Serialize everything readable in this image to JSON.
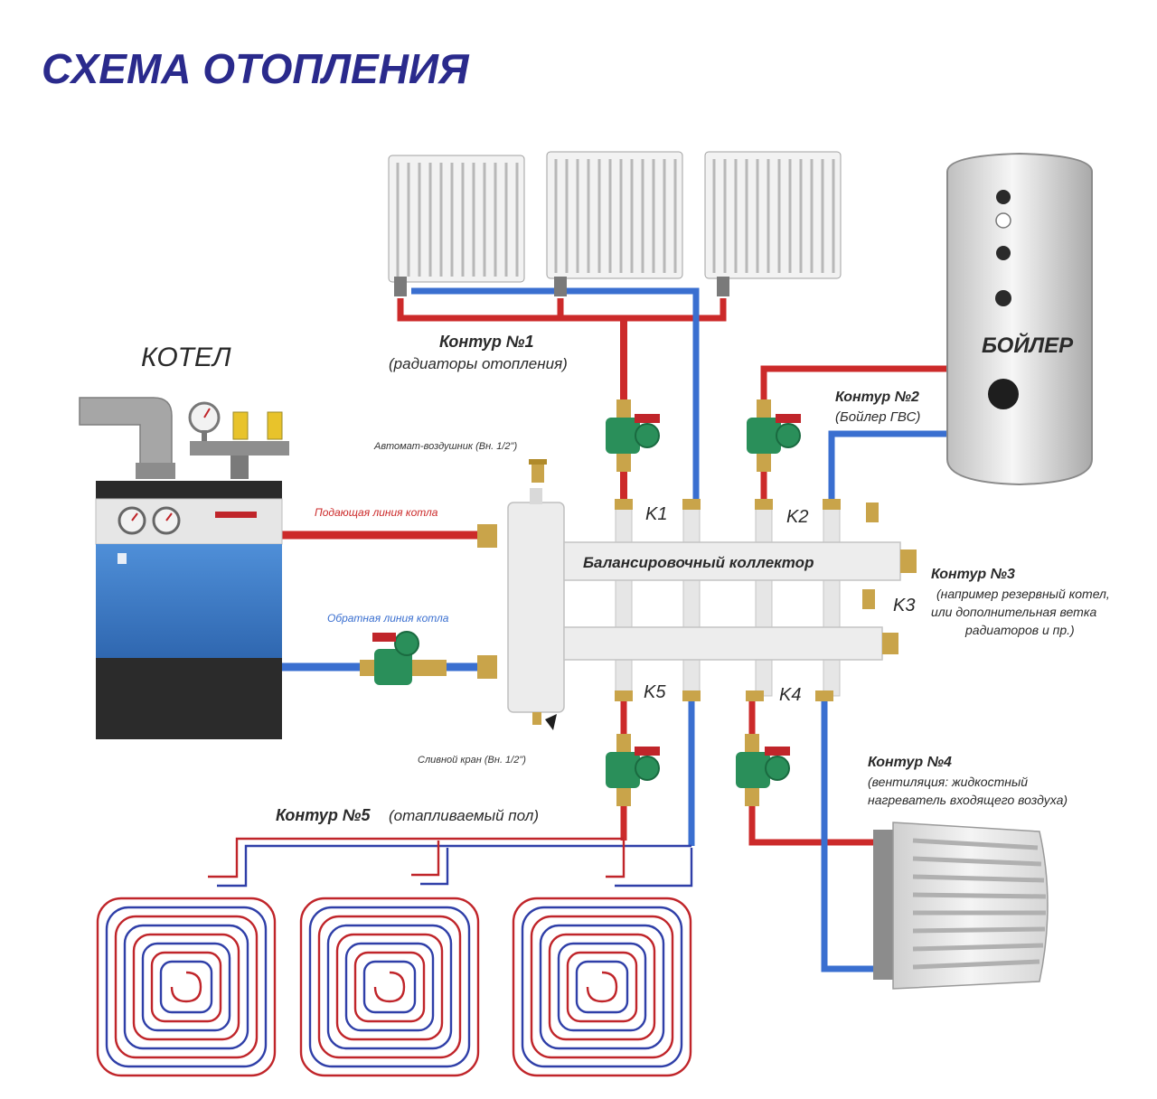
{
  "title": "СХЕМА ОТОПЛЕНИЯ",
  "boiler_label": "КОТЕЛ",
  "tank_label": "БОЙЛЕР",
  "manifold_label": "Балансировочный коллектор",
  "supply_line": "Подающая линия котла",
  "return_line": "Обратная линия котла",
  "air_vent": "Автомат-воздушник (Вн. 1/2\")",
  "drain_valve": "Сливной кран (Вн. 1/2\")",
  "circuits": {
    "c1": {
      "title": "Контур №1",
      "desc": "(радиаторы отопления)"
    },
    "c2": {
      "title": "Контур №2",
      "desc": "(Бойлер ГВС)"
    },
    "c3": {
      "title": "Контур №3",
      "desc_lines": [
        "(например резервный котел,",
        "или дополнительная ветка",
        "радиаторов и пр.)"
      ]
    },
    "c4": {
      "title": "Контур №4",
      "desc_lines": [
        "(вентиляция: жидкостный",
        "нагреватель входящего воздуха)"
      ]
    },
    "c5": {
      "title": "Контур №5",
      "desc": "(отапливаемый пол)"
    }
  },
  "ports": {
    "k1": "K1",
    "k2": "K2",
    "k3": "K3",
    "k4": "K4",
    "k5": "K5"
  },
  "colors": {
    "hot": "#cc2a2a",
    "cold": "#3a6fd0",
    "title": "#2a2a8c",
    "boiler_body": "#3d7bc6",
    "manifold": "#eeeeee"
  }
}
